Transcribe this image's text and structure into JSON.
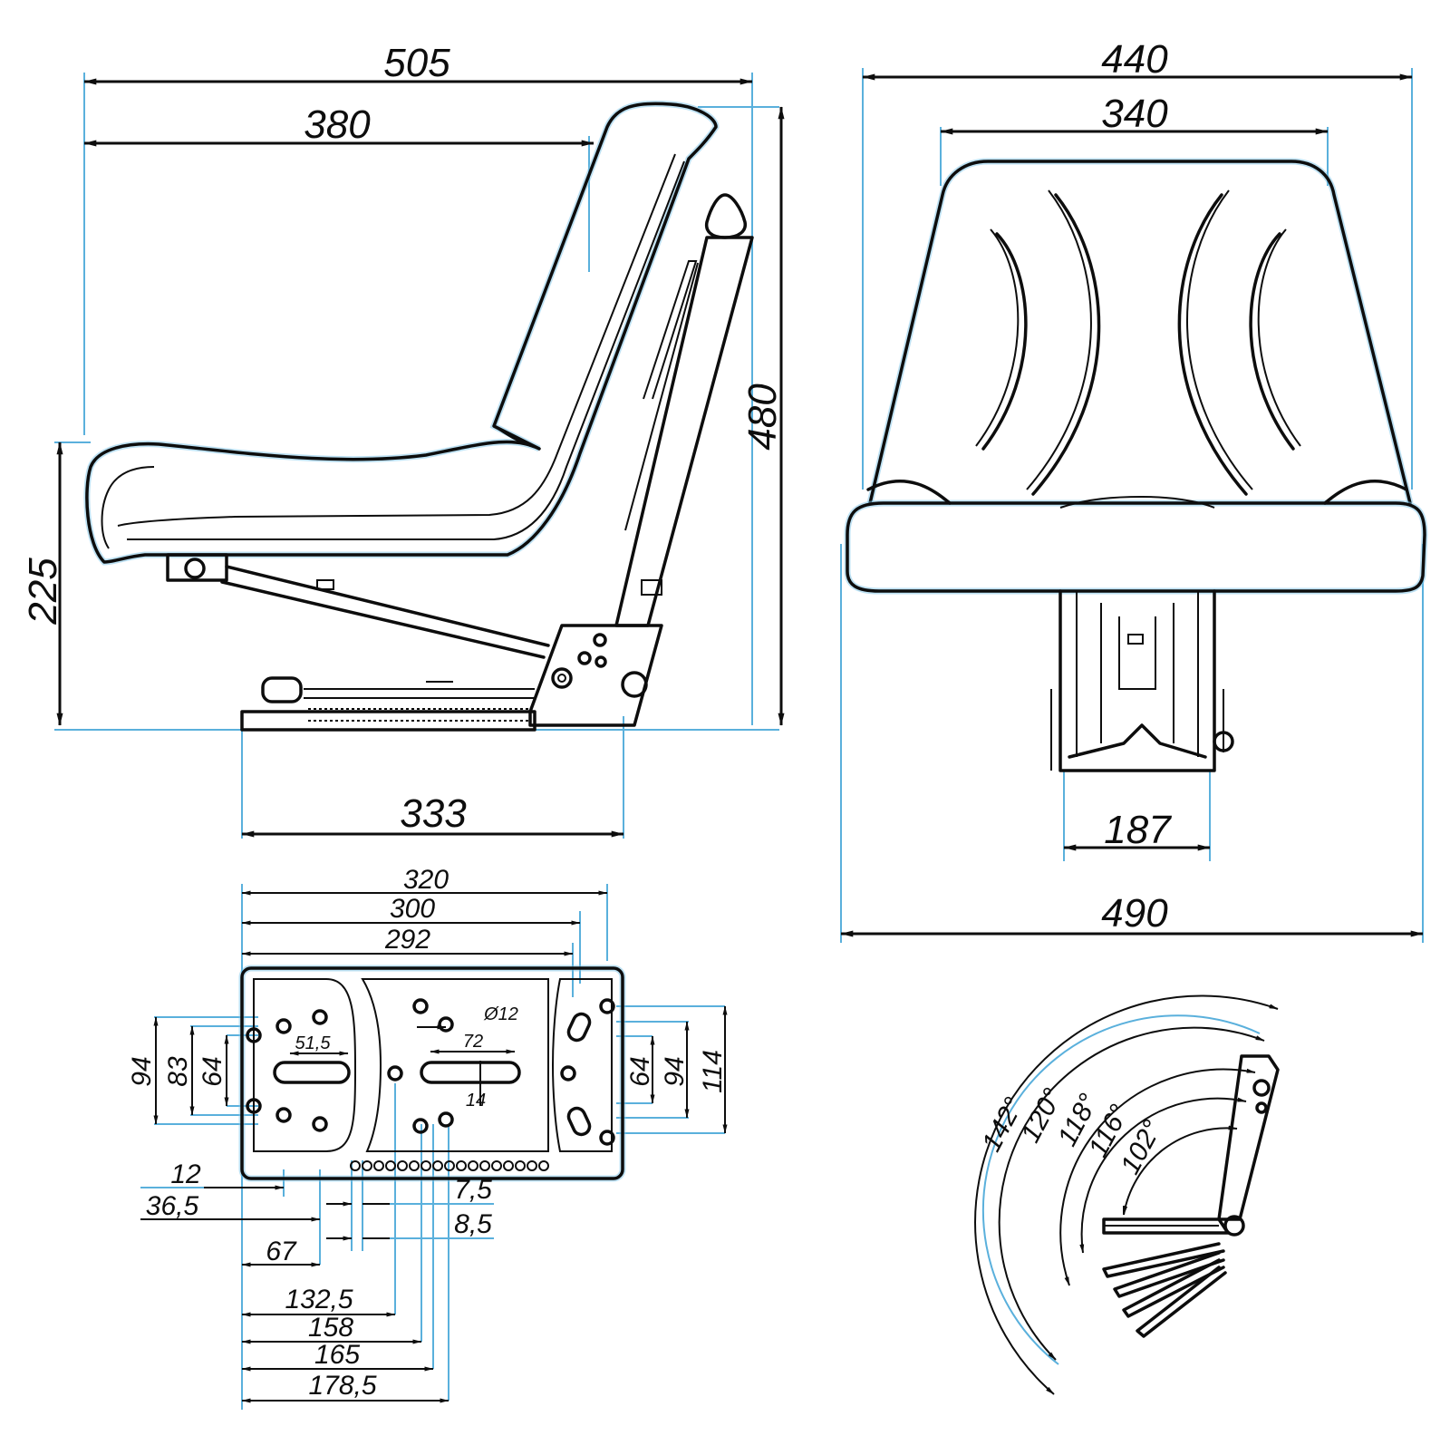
{
  "side_view": {
    "overall_width": "505",
    "seat_depth": "380",
    "overall_height": "480",
    "seat_height": "225",
    "base_length": "333"
  },
  "front_view": {
    "backrest_width": "440",
    "backrest_inner": "340",
    "suspension_width": "187",
    "seat_width": "490"
  },
  "mounting_plate": {
    "width_outer": "320",
    "width_mid": "300",
    "width_inner": "292",
    "hole_diameter": "Ø12",
    "slot_pitch_left": "51,5",
    "slot_length": "72",
    "slot_width": "14",
    "left_94": "94",
    "left_83": "83",
    "left_64": "64",
    "right_64": "64",
    "right_94": "94",
    "right_114": "114",
    "off_12": "12",
    "off_36_5": "36,5",
    "off_67": "67",
    "off_132_5": "132,5",
    "off_158": "158",
    "off_165": "165",
    "off_178_5": "178,5",
    "off_7_5": "7,5",
    "off_8_5": "8,5"
  },
  "backrest_angles": {
    "a1": "142°",
    "a2": "120°",
    "a3": "118°",
    "a4": "116°",
    "a5": "102°"
  }
}
